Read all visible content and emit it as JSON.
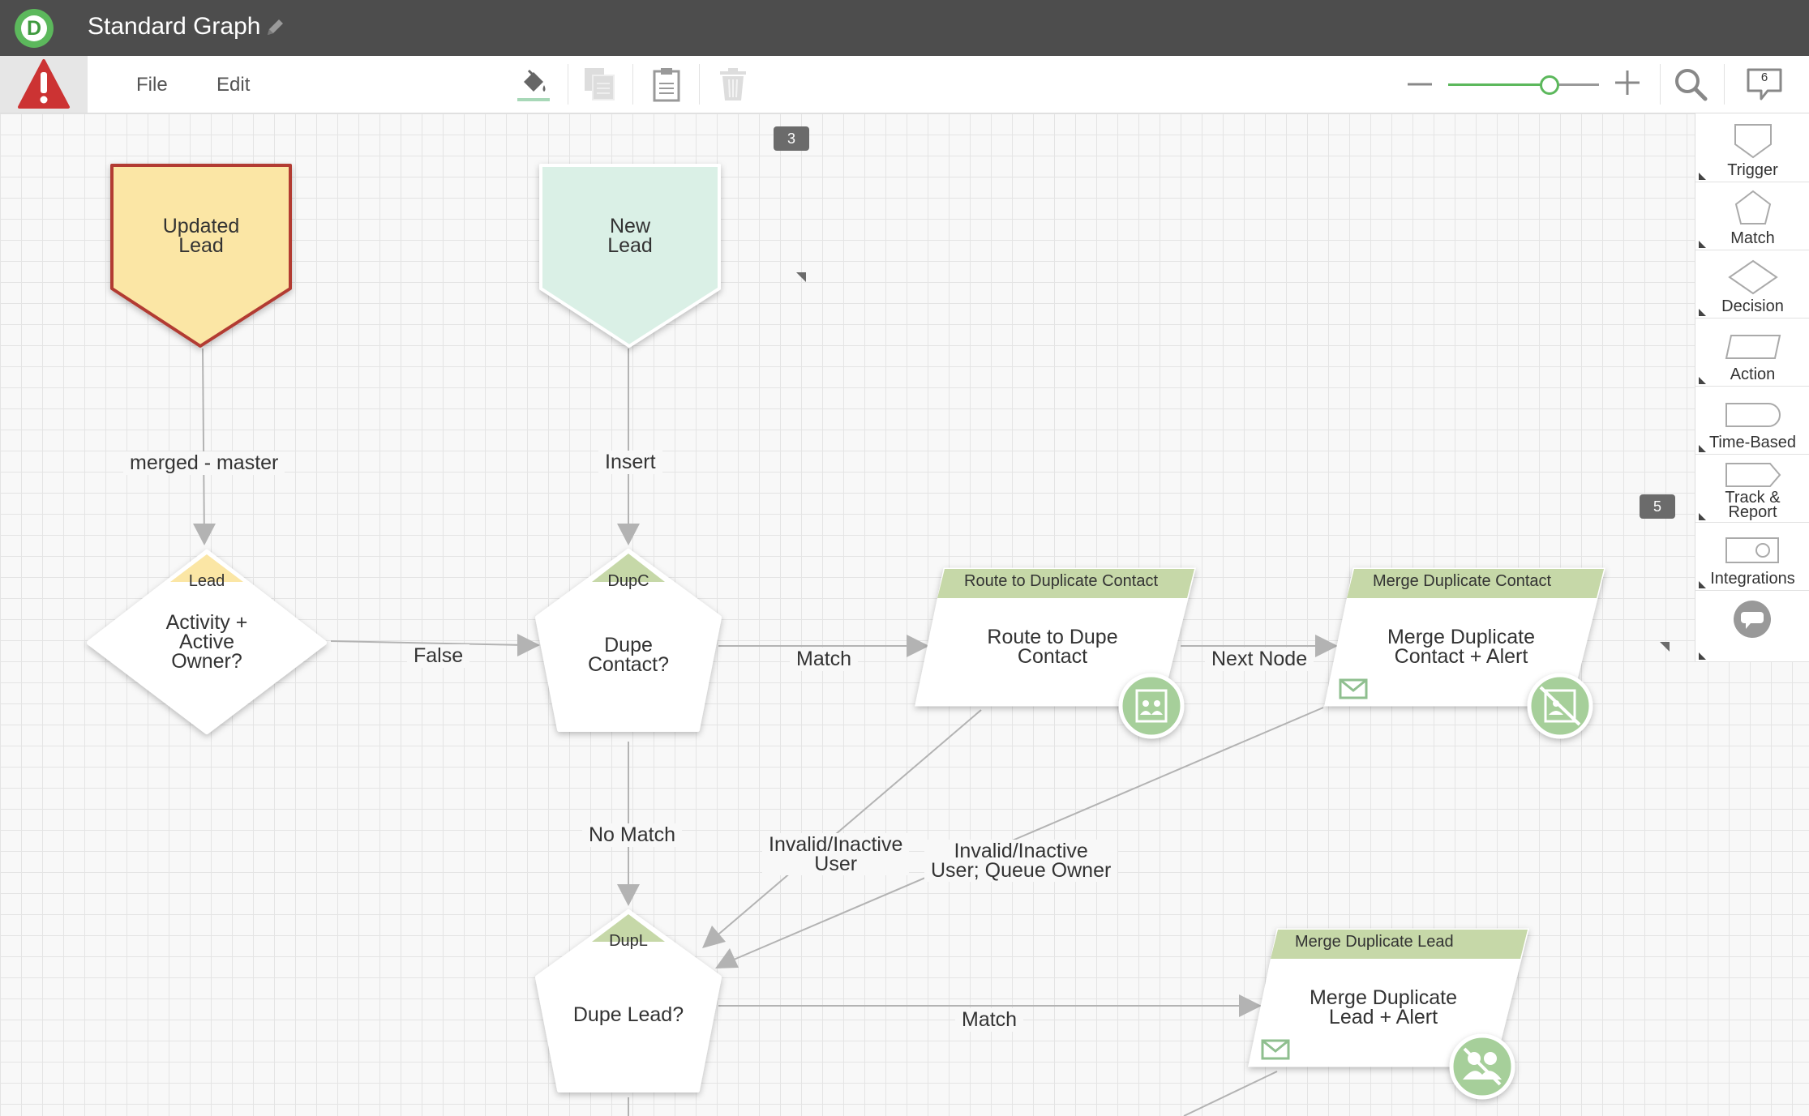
{
  "app": {
    "logo_letter": "D",
    "title": "Standard Graph"
  },
  "menu": {
    "file": "File",
    "edit": "Edit"
  },
  "zoom": {
    "level": 0.7
  },
  "badges": {
    "comments_count": "6",
    "badge_a": "3",
    "badge_b": "5"
  },
  "icons": {
    "alert": "alert-icon",
    "paint": "paint-bucket-icon",
    "copy": "copy-icon",
    "paste": "clipboard-icon",
    "delete": "trash-icon",
    "zoom_out": "minus-icon",
    "zoom_in": "plus-icon",
    "search": "search-icon",
    "comments": "comment-icon",
    "edit": "pencil-icon"
  },
  "colors": {
    "accent_green": "#5cb85c",
    "updated_lead_fill": "#fbe6a5",
    "updated_lead_border": "#b23b33",
    "new_lead_fill": "#daf0e6",
    "header_green": "#c6d8a8",
    "tag_yellow": "#fbe6a5",
    "alert_red": "#cc3333"
  },
  "nodes": {
    "updated_lead": {
      "line1": "Updated",
      "line2": "Lead"
    },
    "new_lead": {
      "line1": "New",
      "line2": "Lead"
    },
    "activity": {
      "tag": "Lead",
      "line1": "Activity +",
      "line2": "Active",
      "line3": "Owner?"
    },
    "dupe_contact": {
      "tag": "DupC",
      "line1": "Dupe",
      "line2": "Contact?"
    },
    "dupe_lead": {
      "tag": "DupL",
      "line1": "Dupe Lead?"
    },
    "route_contact": {
      "header": "Route to Duplicate Contact",
      "line1": "Route to Dupe",
      "line2": "Contact"
    },
    "merge_contact": {
      "header": "Merge Duplicate Contact",
      "line1": "Merge Duplicate",
      "line2": "Contact + Alert"
    },
    "merge_lead": {
      "header": "Merge Duplicate Lead",
      "line1": "Merge Duplicate",
      "line2": "Lead + Alert"
    }
  },
  "edges": {
    "merged_master": "merged - master",
    "insert": "Insert",
    "false_label": "False",
    "match1": "Match",
    "next_node": "Next Node",
    "no_match": "No Match",
    "invalid1_line1": "Invalid/Inactive",
    "invalid1_line2": "User",
    "invalid2_line1": "Invalid/Inactive",
    "invalid2_line2": "User; Queue Owner",
    "match2": "Match"
  },
  "palette": {
    "trigger": "Trigger",
    "match": "Match",
    "decision": "Decision",
    "action": "Action",
    "time_based": "Time-Based",
    "track_line1": "Track &",
    "track_line2": "Report",
    "integrations": "Integrations"
  }
}
